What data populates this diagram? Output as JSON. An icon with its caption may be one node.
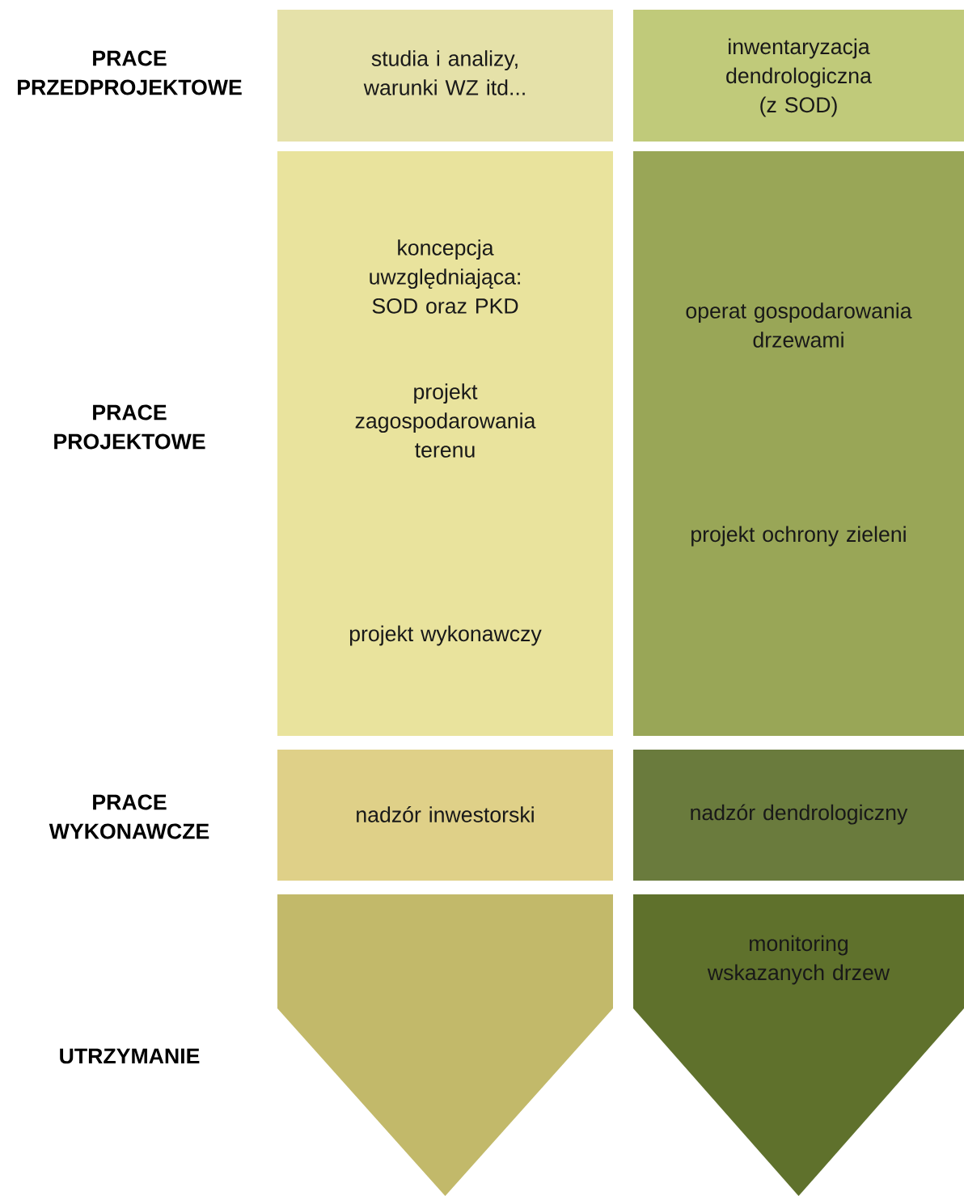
{
  "diagram": {
    "nodes": [
      {
        "text": [
          "studia i analizy, warunki WZ itd..."
        ]
      },
      {
        "text": [
          "inwentaryzacja dendrologiczna (z SOD)"
        ]
      },
      {
        "text": [
          "koncepcja uwzględniająca: SOD oraz PKD",
          "projekt zagospodarowania terenu",
          "projekt wykonawczy"
        ]
      },
      {
        "text": [
          "operat gospodarowania drzewami",
          "projekt ochrony zieleni"
        ]
      },
      {
        "text": [
          "nadzór inwestorski"
        ]
      },
      {
        "text": [
          "nadzór dendrologiczny"
        ]
      },
      {
        "text": [],
        "shape": "arrow"
      },
      {
        "text": [
          "monitoring wskazanych drzew"
        ]
      }
    ],
    "labels": [
      "PRACE PRZEDPROJEKTOWE",
      "PRACE PROJEKTOWE",
      "PRACE WYKONAWCZE",
      "UTRZYMANIE"
    ]
  }
}
